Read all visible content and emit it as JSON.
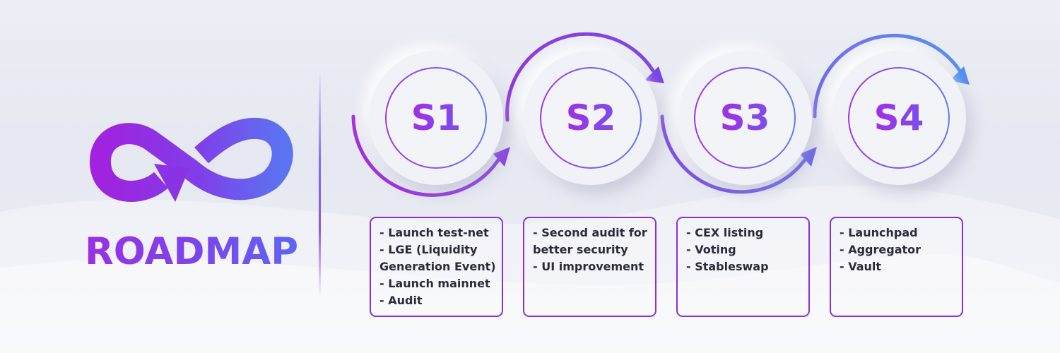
{
  "title": "ROADMAP",
  "icons": {
    "logo": "infinity-loop-arrow-icon",
    "connector": "curved-arrow-icon"
  },
  "colors": {
    "purple": "#9a2fe3",
    "violet": "#7a46ec",
    "blue": "#5f7cf0",
    "border": "#8a2fd9",
    "text": "#2b2b3a"
  },
  "stages": [
    {
      "label": "S1",
      "items": [
        "- Launch test-net",
        "- LGE (Liquidity",
        "Generation Event)",
        "- Launch mainnet",
        "- Audit"
      ]
    },
    {
      "label": "S2",
      "items": [
        "- Second audit for",
        "better security",
        "- UI improvement"
      ]
    },
    {
      "label": "S3",
      "items": [
        "- CEX listing",
        "- Voting",
        "- Stableswap"
      ]
    },
    {
      "label": "S4",
      "items": [
        "- Launchpad",
        "- Aggregator",
        "- Vault"
      ]
    }
  ]
}
